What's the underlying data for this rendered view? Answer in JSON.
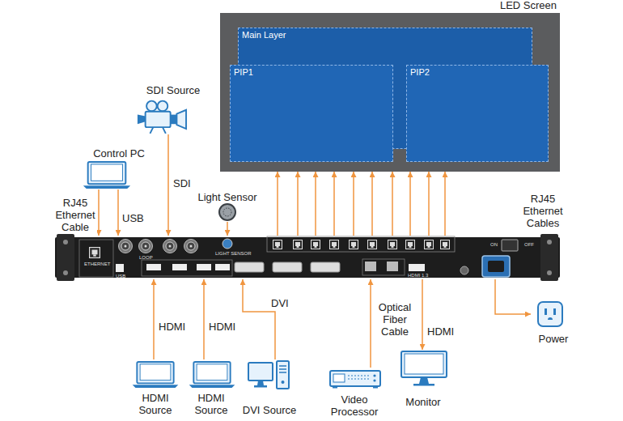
{
  "diagram": {
    "nodes": [
      {
        "text": [
          "LED Screen"
        ]
      },
      {
        "text": [
          "Main Layer"
        ],
        "in": 0
      },
      {
        "text": [
          "PIP1"
        ],
        "in": 0
      },
      {
        "text": [
          "PIP2"
        ],
        "in": 0
      },
      {
        "text": [
          "SDI Source"
        ]
      },
      {
        "text": [
          "Control PC"
        ]
      },
      {
        "text": [
          "Light Sensor"
        ]
      },
      {
        "text": [
          "ETHERNET",
          "USB",
          "LOOP",
          "LIGHT SENSOR",
          "HDMI 1.3",
          "ON",
          "OFF"
        ]
      },
      {
        "text": [
          "HDMI Source"
        ]
      },
      {
        "text": [
          "HDMI Source"
        ]
      },
      {
        "text": [
          "DVI Source"
        ]
      },
      {
        "text": [
          "Video Processor"
        ]
      },
      {
        "text": [
          "Monitor"
        ]
      },
      {
        "text": [
          "Power"
        ]
      }
    ],
    "edges": [
      {
        "from": 7,
        "to": 0,
        "arrow": "to"
      },
      {
        "from": 7,
        "to": 0,
        "arrow": "to"
      },
      {
        "from": 7,
        "to": 0,
        "arrow": "to"
      },
      {
        "from": 7,
        "to": 0,
        "arrow": "to"
      },
      {
        "from": 7,
        "to": 0,
        "arrow": "to"
      },
      {
        "from": 7,
        "to": 0,
        "arrow": "to"
      },
      {
        "from": 7,
        "to": 0,
        "arrow": "to"
      },
      {
        "from": 7,
        "to": 0,
        "arrow": "to"
      },
      {
        "from": 7,
        "to": 0,
        "arrow": "to"
      },
      {
        "from": 7,
        "to": 0,
        "arrow": "to"
      },
      {
        "from": 4,
        "to": 7,
        "label": "SDI",
        "arrow": "to"
      },
      {
        "from": 5,
        "to": 7,
        "label": "RJ45 Ethernet Cable",
        "arrow": "to"
      },
      {
        "from": 5,
        "to": 7,
        "label": "USB",
        "arrow": "to"
      },
      {
        "from": 6,
        "to": 7,
        "arrow": "to"
      },
      {
        "from": 8,
        "to": 7,
        "label": "HDMI",
        "arrow": "to"
      },
      {
        "from": 9,
        "to": 7,
        "label": "HDMI",
        "arrow": "to"
      },
      {
        "from": 10,
        "to": 7,
        "label": "DVI",
        "arrow": "to"
      },
      {
        "from": 11,
        "to": 7,
        "label": "Optical Fiber Cable",
        "arrow": "to"
      },
      {
        "from": 7,
        "to": 12,
        "label": "HDMI",
        "arrow": "to"
      },
      {
        "from": 7,
        "to": 13,
        "arrow": "to"
      }
    ],
    "labels": [
      "RJ45 Ethernet Cables"
    ]
  }
}
